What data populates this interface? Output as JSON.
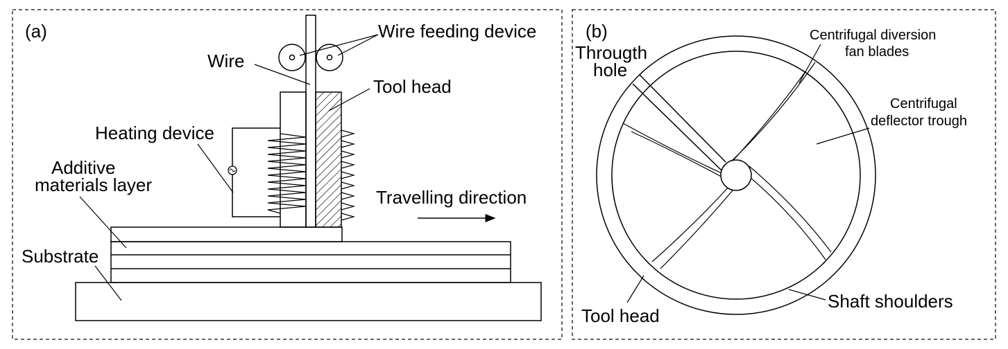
{
  "panel_a": {
    "tag": "(a)",
    "wire_feeding_device": "Wire feeding device",
    "wire": "Wire",
    "tool_head": "Tool head",
    "heating_device": "Heating device",
    "additive_line1": "Additive",
    "additive_line2": "materials layer",
    "travelling_direction": "Travelling direction",
    "substrate": "Substrate"
  },
  "panel_b": {
    "tag": "(b)",
    "through_hole_line1": "Througth",
    "through_hole_line2": "hole",
    "fan_blades_line1": "Centrifugal diversion",
    "fan_blades_line2": "fan blades",
    "trough_line1": "Centrifugal",
    "trough_line2": "deflector trough",
    "tool_head": "Tool head",
    "shaft_shoulders": "Shaft shoulders"
  }
}
